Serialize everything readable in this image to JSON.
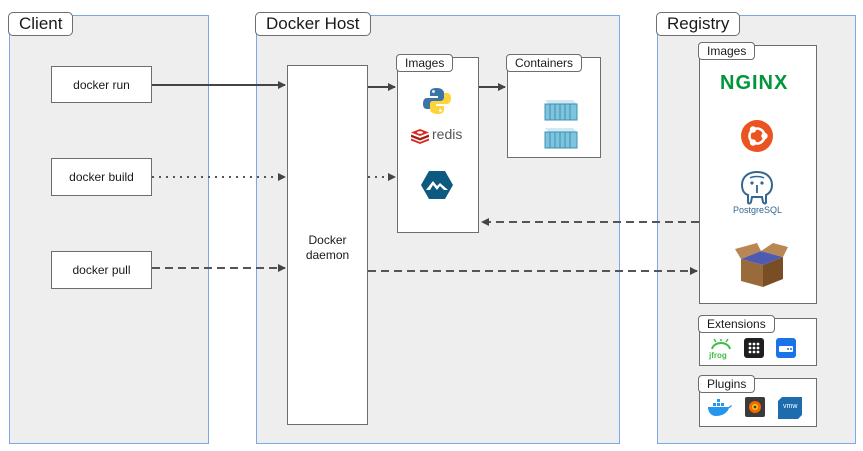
{
  "client": {
    "title": "Client",
    "commands": [
      "docker run",
      "docker build",
      "docker pull"
    ]
  },
  "host": {
    "title": "Docker Host",
    "daemon_line1": "Docker",
    "daemon_line2": "daemon",
    "images_title": "Images",
    "containers_title": "Containers",
    "redis_text": "redis"
  },
  "registry": {
    "title": "Registry",
    "images_title": "Images",
    "nginx_text": "NGINX",
    "postgres_text": "PostgreSQL",
    "extensions_title": "Extensions",
    "plugins_title": "Plugins",
    "jfrog_text": "jfrog",
    "vmw_text": "vmw"
  },
  "icons": {
    "image_icons": [
      "python-icon",
      "redis-icon",
      "alpine-icon"
    ],
    "container_icons": [
      "container-icon",
      "container-icon"
    ],
    "registry_icons": [
      "nginx-logo",
      "ubuntu-icon",
      "postgresql-icon",
      "package-box-icon"
    ],
    "extension_icons": [
      "jfrog-icon",
      "grid-dots-icon",
      "disk-icon"
    ],
    "plugin_icons": [
      "docker-whale-icon",
      "grafana-icon",
      "vmware-icon"
    ]
  },
  "colors": {
    "panel_bg": "#eeeeee",
    "panel_border": "#7da7e6",
    "nginx_green": "#009639",
    "ubuntu_orange": "#e95420",
    "redis_red": "#d82c20",
    "postgres_blue": "#336791",
    "docker_blue": "#2496ed"
  }
}
